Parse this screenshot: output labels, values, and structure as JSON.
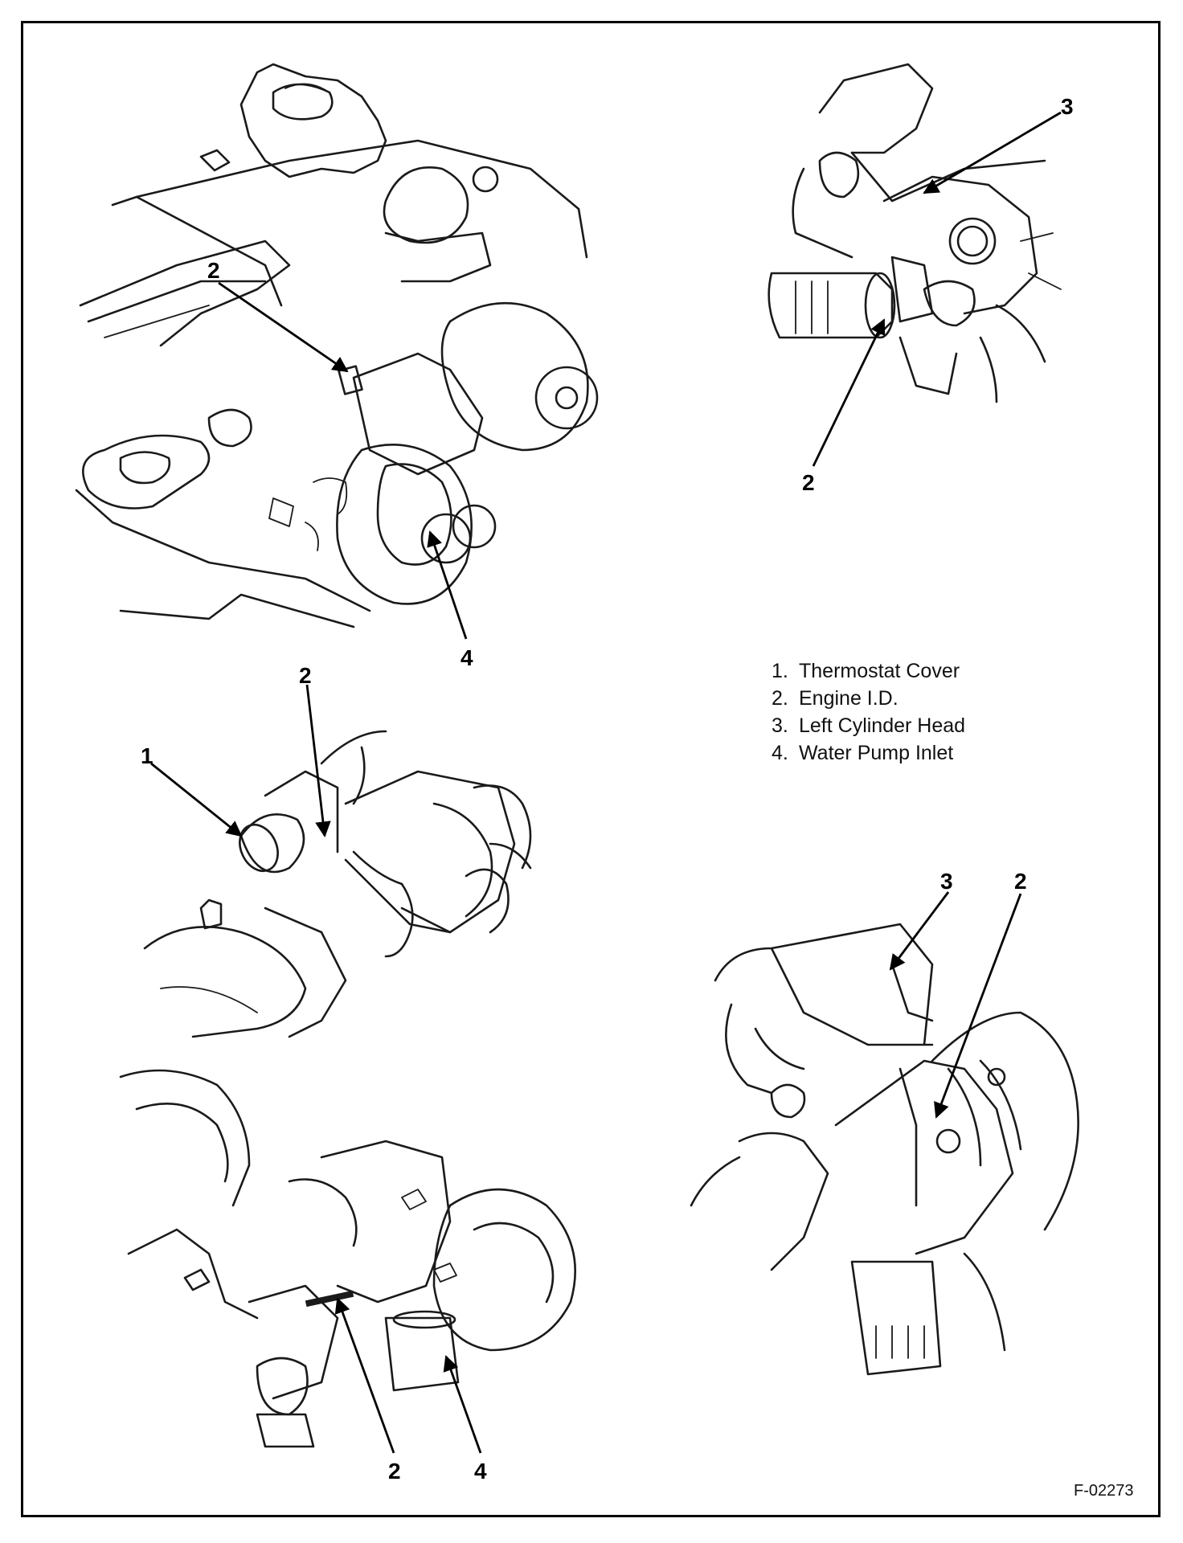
{
  "callouts": {
    "view1": {
      "label_2": "2",
      "label_4": "4"
    },
    "view2": {
      "label_3": "3",
      "label_2": "2"
    },
    "view3": {
      "label_1": "1",
      "label_2": "2"
    },
    "view4": {
      "label_3": "3",
      "label_2": "2"
    },
    "view5": {
      "label_2": "2",
      "label_4": "4"
    }
  },
  "legend": [
    {
      "num": "1.",
      "text": "Thermostat Cover"
    },
    {
      "num": "2.",
      "text": "Engine I.D."
    },
    {
      "num": "3.",
      "text": "Left Cylinder Head"
    },
    {
      "num": "4.",
      "text": "Water Pump Inlet"
    }
  ],
  "figure_id": "F-02273"
}
